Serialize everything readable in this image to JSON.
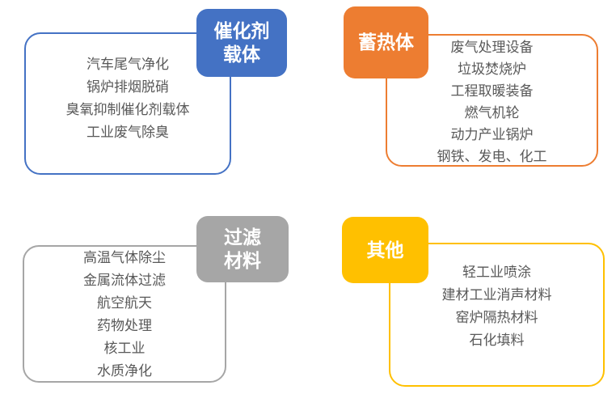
{
  "colors": {
    "background": "#ffffff",
    "item_text": "#595959",
    "tag_text": "#ffffff"
  },
  "groups": [
    {
      "id": "catalyst-carrier",
      "color": "#4472C4",
      "label": "催化剂载体",
      "label_lines": [
        "催化剂",
        "载体"
      ],
      "items": [
        "汽车尾气净化",
        "锅炉排烟脱硝",
        "臭氧抑制催化剂载体",
        "工业废气除臭"
      ]
    },
    {
      "id": "heat-storage-media",
      "color": "#ED7D31",
      "label": "蓄热体",
      "label_lines": [
        "蓄热体"
      ],
      "items": [
        "废气处理设备",
        "垃圾焚烧炉",
        "工程取暖装备",
        "燃气机轮",
        "动力产业锅炉",
        "钢铁、发电、化工"
      ]
    },
    {
      "id": "filter-materials",
      "color": "#A6A6A6",
      "label": "过滤材料",
      "label_lines": [
        "过滤",
        "材料"
      ],
      "items": [
        "高温气体除尘",
        "金属流体过滤",
        "航空航天",
        "药物处理",
        "核工业",
        "水质净化"
      ]
    },
    {
      "id": "others",
      "color": "#FFC000",
      "label": "其他",
      "label_lines": [
        "其他"
      ],
      "items": [
        "轻工业喷涂",
        "建材工业消声材料",
        "窑炉隔热材料",
        "石化填料"
      ]
    }
  ]
}
